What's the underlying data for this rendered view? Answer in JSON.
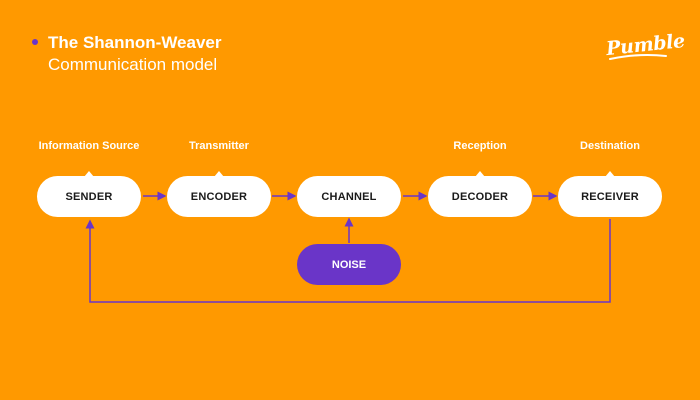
{
  "title": {
    "line1": "The Shannon-Weaver",
    "line2": "Communication model"
  },
  "brand": {
    "logo_text": "Pumble"
  },
  "labels": {
    "information_source": "Information Source",
    "transmitter": "Transmitter",
    "reception": "Reception",
    "destination": "Destination"
  },
  "nodes": {
    "sender": "SENDER",
    "encoder": "ENCODER",
    "channel": "CHANNEL",
    "decoder": "DECODER",
    "receiver": "RECEIVER",
    "noise": "NOISE"
  },
  "colors": {
    "background": "#FF9900",
    "node_fill": "#FFFFFF",
    "accent": "#6A35C8",
    "text_on_orange": "#FFFFFF",
    "node_text": "#1A1A1A"
  }
}
